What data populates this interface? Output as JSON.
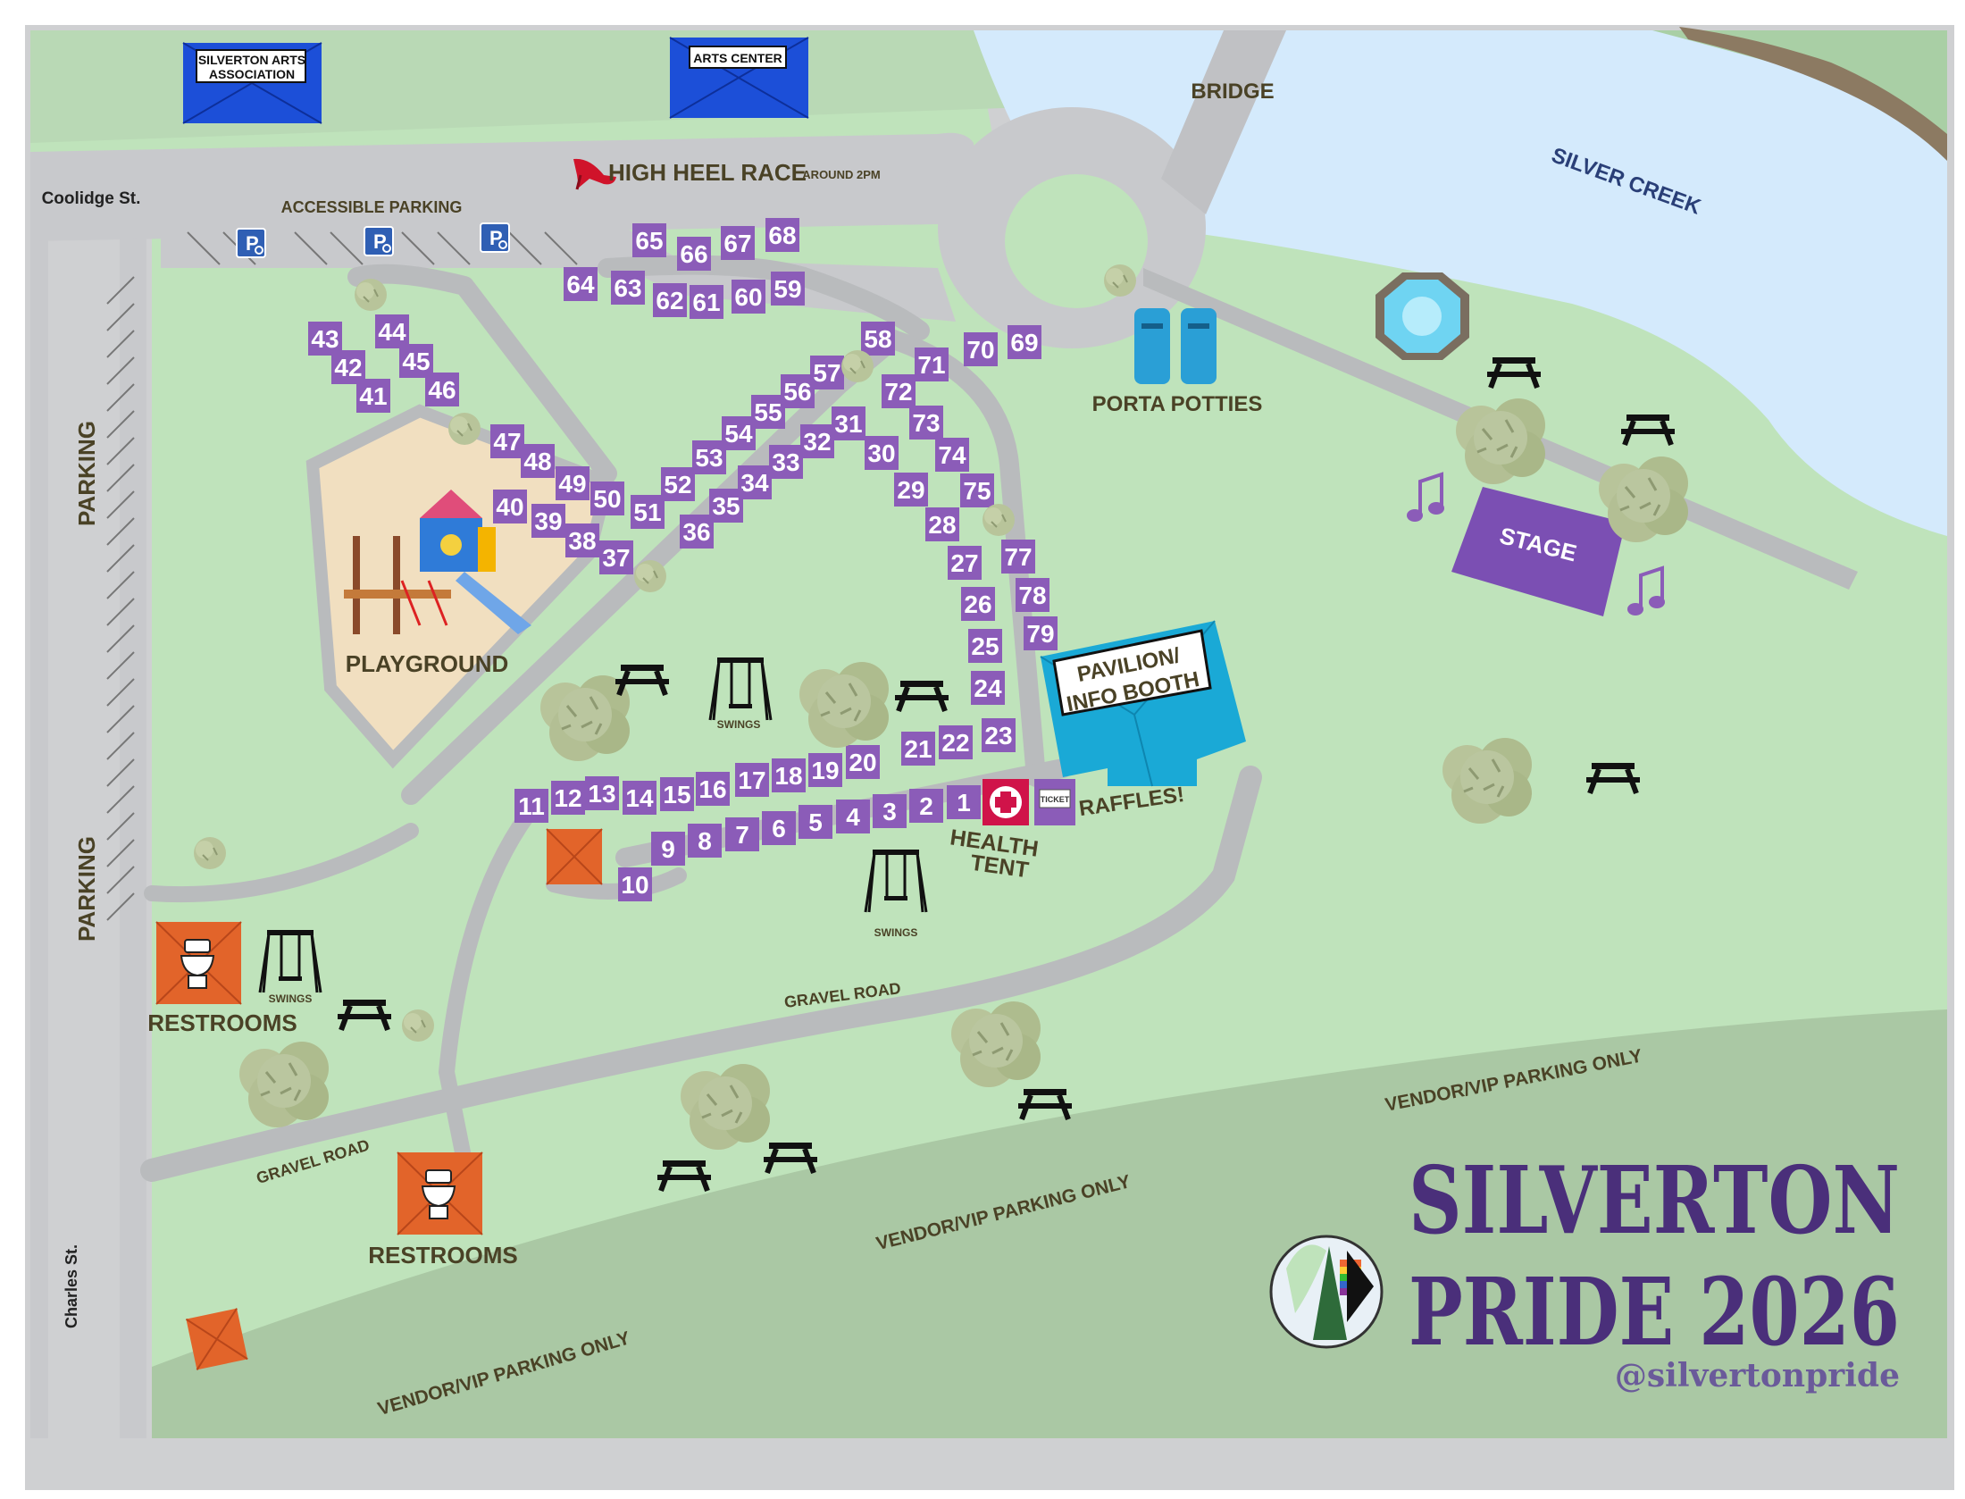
{
  "map": {
    "title_line1": "SILVERTON",
    "title_line2": "PRIDE 2026",
    "handle": "@silvertonpride",
    "water_label": "SILVER CREEK",
    "colors": {
      "grass": "#bfe3bb",
      "grass_dark": "#a9cfa5",
      "water": "#d4eafc",
      "road": "#c8c9cc",
      "path": "#b9bbbd",
      "booth": "#8b5cb8",
      "title": "#4a2f7a",
      "building_blue": "#1c4fd8",
      "pavilion": "#1aa9d6",
      "restroom": "#e2642a",
      "playground": "#f1dfc0",
      "stage": "#7b4fb3",
      "tree": "#b8c49a",
      "vendor_parking": "#aac8a4",
      "health_red": "#d01349"
    },
    "streets": {
      "coolidge": "Coolidge St.",
      "charles": "Charles St.",
      "bridge": "BRIDGE",
      "gravel_road_1": "GRAVEL ROAD",
      "gravel_road_2": "GRAVEL ROAD"
    },
    "buildings": {
      "arts_association": "SILVERTON ARTS ASSOCIATION",
      "arts_center": "ARTS CENTER",
      "pavilion_line1": "PAVILION/",
      "pavilion_line2": "INFO BOOTH",
      "restrooms_1": "RESTROOMS",
      "restrooms_2": "RESTROOMS"
    },
    "areas": {
      "playground": "PLAYGROUND",
      "stage": "STAGE",
      "porta_potties": "PORTA POTTIES",
      "health_line1": "HEALTH",
      "health_line2": "TENT",
      "raffles": "RAFFLES!",
      "ticket": "TICKET",
      "swings_1": "SWINGS",
      "swings_2": "SWINGS",
      "swings_3": "SWINGS"
    },
    "parking": {
      "left_1": "PARKING",
      "left_2": "PARKING",
      "accessible": "ACCESSIBLE PARKING",
      "vendor_1": "VENDOR/VIP PARKING ONLY",
      "vendor_2": "VENDOR/VIP PARKING ONLY",
      "vendor_3": "VENDOR/VIP PARKING ONLY"
    },
    "events": {
      "high_heel_race": "HIGH HEEL RACE",
      "high_heel_time": "AROUND 2PM"
    },
    "icons": {
      "accessible_parking": "accessible-parking-icon",
      "picnic_table": "picnic-table-icon",
      "tree": "tree-icon",
      "swings": "swing-set-icon",
      "toilet": "toilet-icon",
      "music_note": "music-note-icon",
      "fountain": "fountain-icon",
      "high_heel": "high-heel-icon",
      "first_aid": "first-aid-cross-icon",
      "logo": "pride-logo-icon"
    },
    "booths": [
      "1",
      "2",
      "3",
      "4",
      "5",
      "6",
      "7",
      "8",
      "9",
      "10",
      "11",
      "12",
      "13",
      "14",
      "15",
      "16",
      "17",
      "18",
      "19",
      "20",
      "21",
      "22",
      "23",
      "24",
      "25",
      "26",
      "27",
      "28",
      "29",
      "30",
      "31",
      "32",
      "33",
      "34",
      "35",
      "36",
      "37",
      "38",
      "39",
      "40",
      "41",
      "42",
      "43",
      "44",
      "45",
      "46",
      "47",
      "48",
      "49",
      "50",
      "51",
      "52",
      "53",
      "54",
      "55",
      "56",
      "57",
      "58",
      "59",
      "60",
      "61",
      "62",
      "63",
      "64",
      "65",
      "66",
      "67",
      "68",
      "69",
      "70",
      "71",
      "72",
      "73",
      "74",
      "75",
      "77",
      "78",
      "79"
    ]
  }
}
